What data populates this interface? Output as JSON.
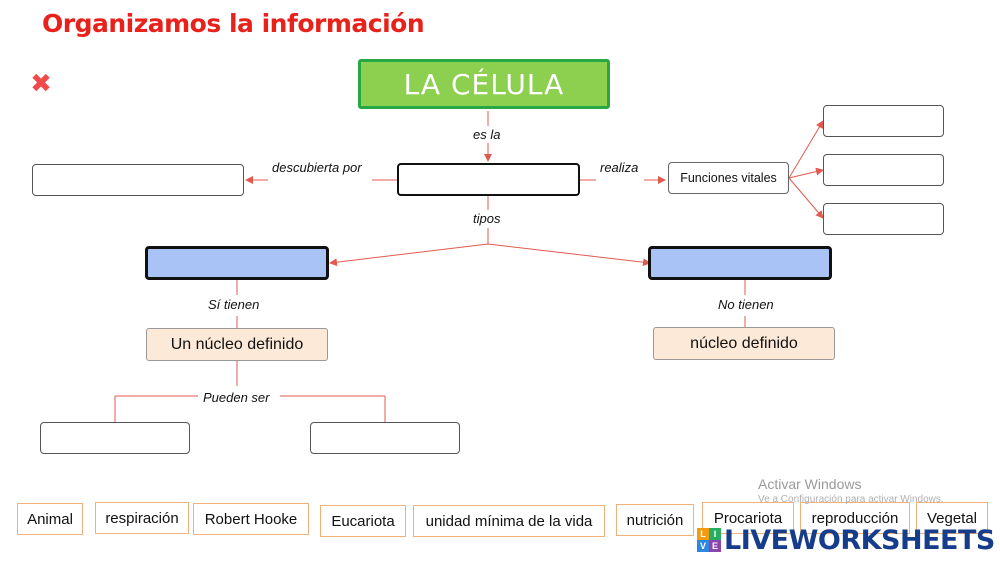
{
  "header": {
    "title": "Organizamos la información"
  },
  "controls": {
    "close_icon": "close-icon"
  },
  "map": {
    "root": "LA CÉLULA",
    "links": {
      "es_la": "es la",
      "descubierta_por": "descubierta por",
      "realiza": "realiza",
      "tipos": "tipos",
      "si_tienen": "Sí tienen",
      "no_tienen": "No tienen",
      "pueden_ser": "Pueden ser"
    },
    "funciones_vitales": "Funciones vitales",
    "nucleo_definido_left": "Un núcleo definido",
    "nucleo_definido_right": "núcleo definido"
  },
  "word_bank": [
    "Animal",
    "respiración",
    "Robert Hooke",
    "Eucariota",
    "unidad mínima de la vida",
    "nutrición",
    "Procariota",
    "reproducción",
    "Vegetal"
  ],
  "watermark": {
    "line1": "Activar Windows",
    "line2": "Ve a Configuración para activar Windows."
  },
  "brand": {
    "name": "LIVEWORKSHEETS",
    "logo_letters": [
      "L",
      "I",
      "V",
      "E"
    ]
  },
  "colors": {
    "title": "#e8221b",
    "lines": "#e05a4f",
    "root_fill": "#8dcf4f",
    "blue_box": "#a9c3f7",
    "peach_box": "#fde9d7"
  }
}
